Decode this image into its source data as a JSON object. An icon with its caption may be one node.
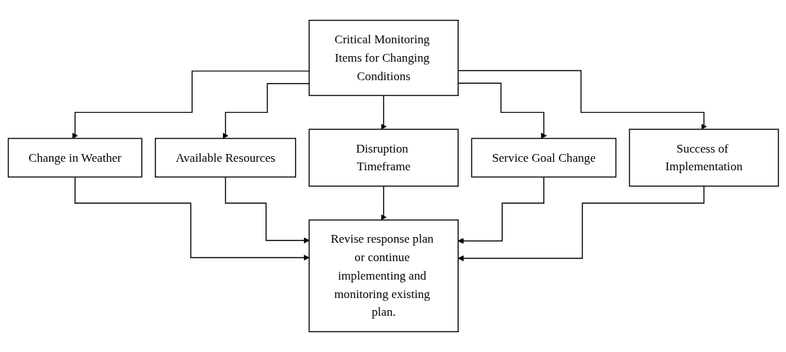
{
  "diagram": {
    "nodes": [
      {
        "text": [
          "Critical Monitoring Items for Changing Conditions"
        ]
      },
      {
        "text": [
          "Change in Weather"
        ]
      },
      {
        "text": [
          "Available Resources"
        ]
      },
      {
        "text": [
          "Disruption Timeframe"
        ]
      },
      {
        "text": [
          "Service Goal Change"
        ]
      },
      {
        "text": [
          "Success of Implementation"
        ]
      },
      {
        "text": [
          "Revise response plan or continue implementing and monitoring existing plan."
        ]
      }
    ],
    "edges": [
      {
        "from": 0,
        "to": 1,
        "arrow": "to"
      },
      {
        "from": 0,
        "to": 2,
        "arrow": "to"
      },
      {
        "from": 0,
        "to": 3,
        "arrow": "to"
      },
      {
        "from": 0,
        "to": 4,
        "arrow": "to"
      },
      {
        "from": 0,
        "to": 5,
        "arrow": "to"
      },
      {
        "from": 1,
        "to": 6,
        "arrow": "to"
      },
      {
        "from": 2,
        "to": 6,
        "arrow": "to"
      },
      {
        "from": 3,
        "to": 6,
        "arrow": "to"
      },
      {
        "from": 4,
        "to": 6,
        "arrow": "to"
      },
      {
        "from": 5,
        "to": 6,
        "arrow": "to"
      }
    ]
  }
}
